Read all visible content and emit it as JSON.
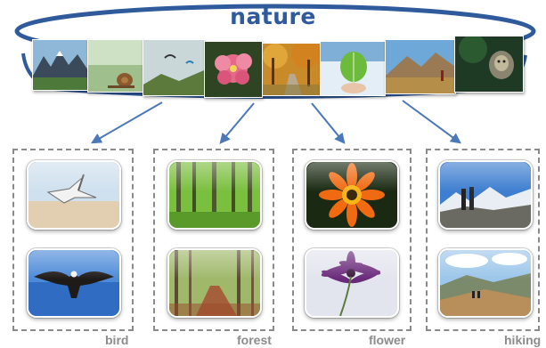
{
  "title": "nature",
  "strip_images": [
    {
      "icon": "mountain-lake-photo"
    },
    {
      "icon": "snail-photo"
    },
    {
      "icon": "paraglider-photo"
    },
    {
      "icon": "pink-blossom-photo"
    },
    {
      "icon": "autumn-forest-path-photo"
    },
    {
      "icon": "leaf-in-hand-photo"
    },
    {
      "icon": "hiker-mountain-photo"
    },
    {
      "icon": "monkey-photo"
    }
  ],
  "categories": [
    {
      "label": "bird",
      "images": [
        {
          "icon": "seagull-photo"
        },
        {
          "icon": "eagle-photo"
        }
      ]
    },
    {
      "label": "forest",
      "images": [
        {
          "icon": "green-forest-photo"
        },
        {
          "icon": "forest-path-photo"
        }
      ]
    },
    {
      "label": "flower",
      "images": [
        {
          "icon": "orange-gazania-photo"
        },
        {
          "icon": "purple-daisy-photo"
        }
      ]
    },
    {
      "label": "hiking",
      "images": [
        {
          "icon": "hikers-snow-peaks-photo"
        },
        {
          "icon": "hikers-valley-photo"
        }
      ]
    }
  ],
  "colors": {
    "title": "#2f5a9c",
    "ring": "#2f5a9c",
    "arrow": "#4a78b8",
    "box_border": "#8a8a8a",
    "label": "#8c8c8c"
  }
}
